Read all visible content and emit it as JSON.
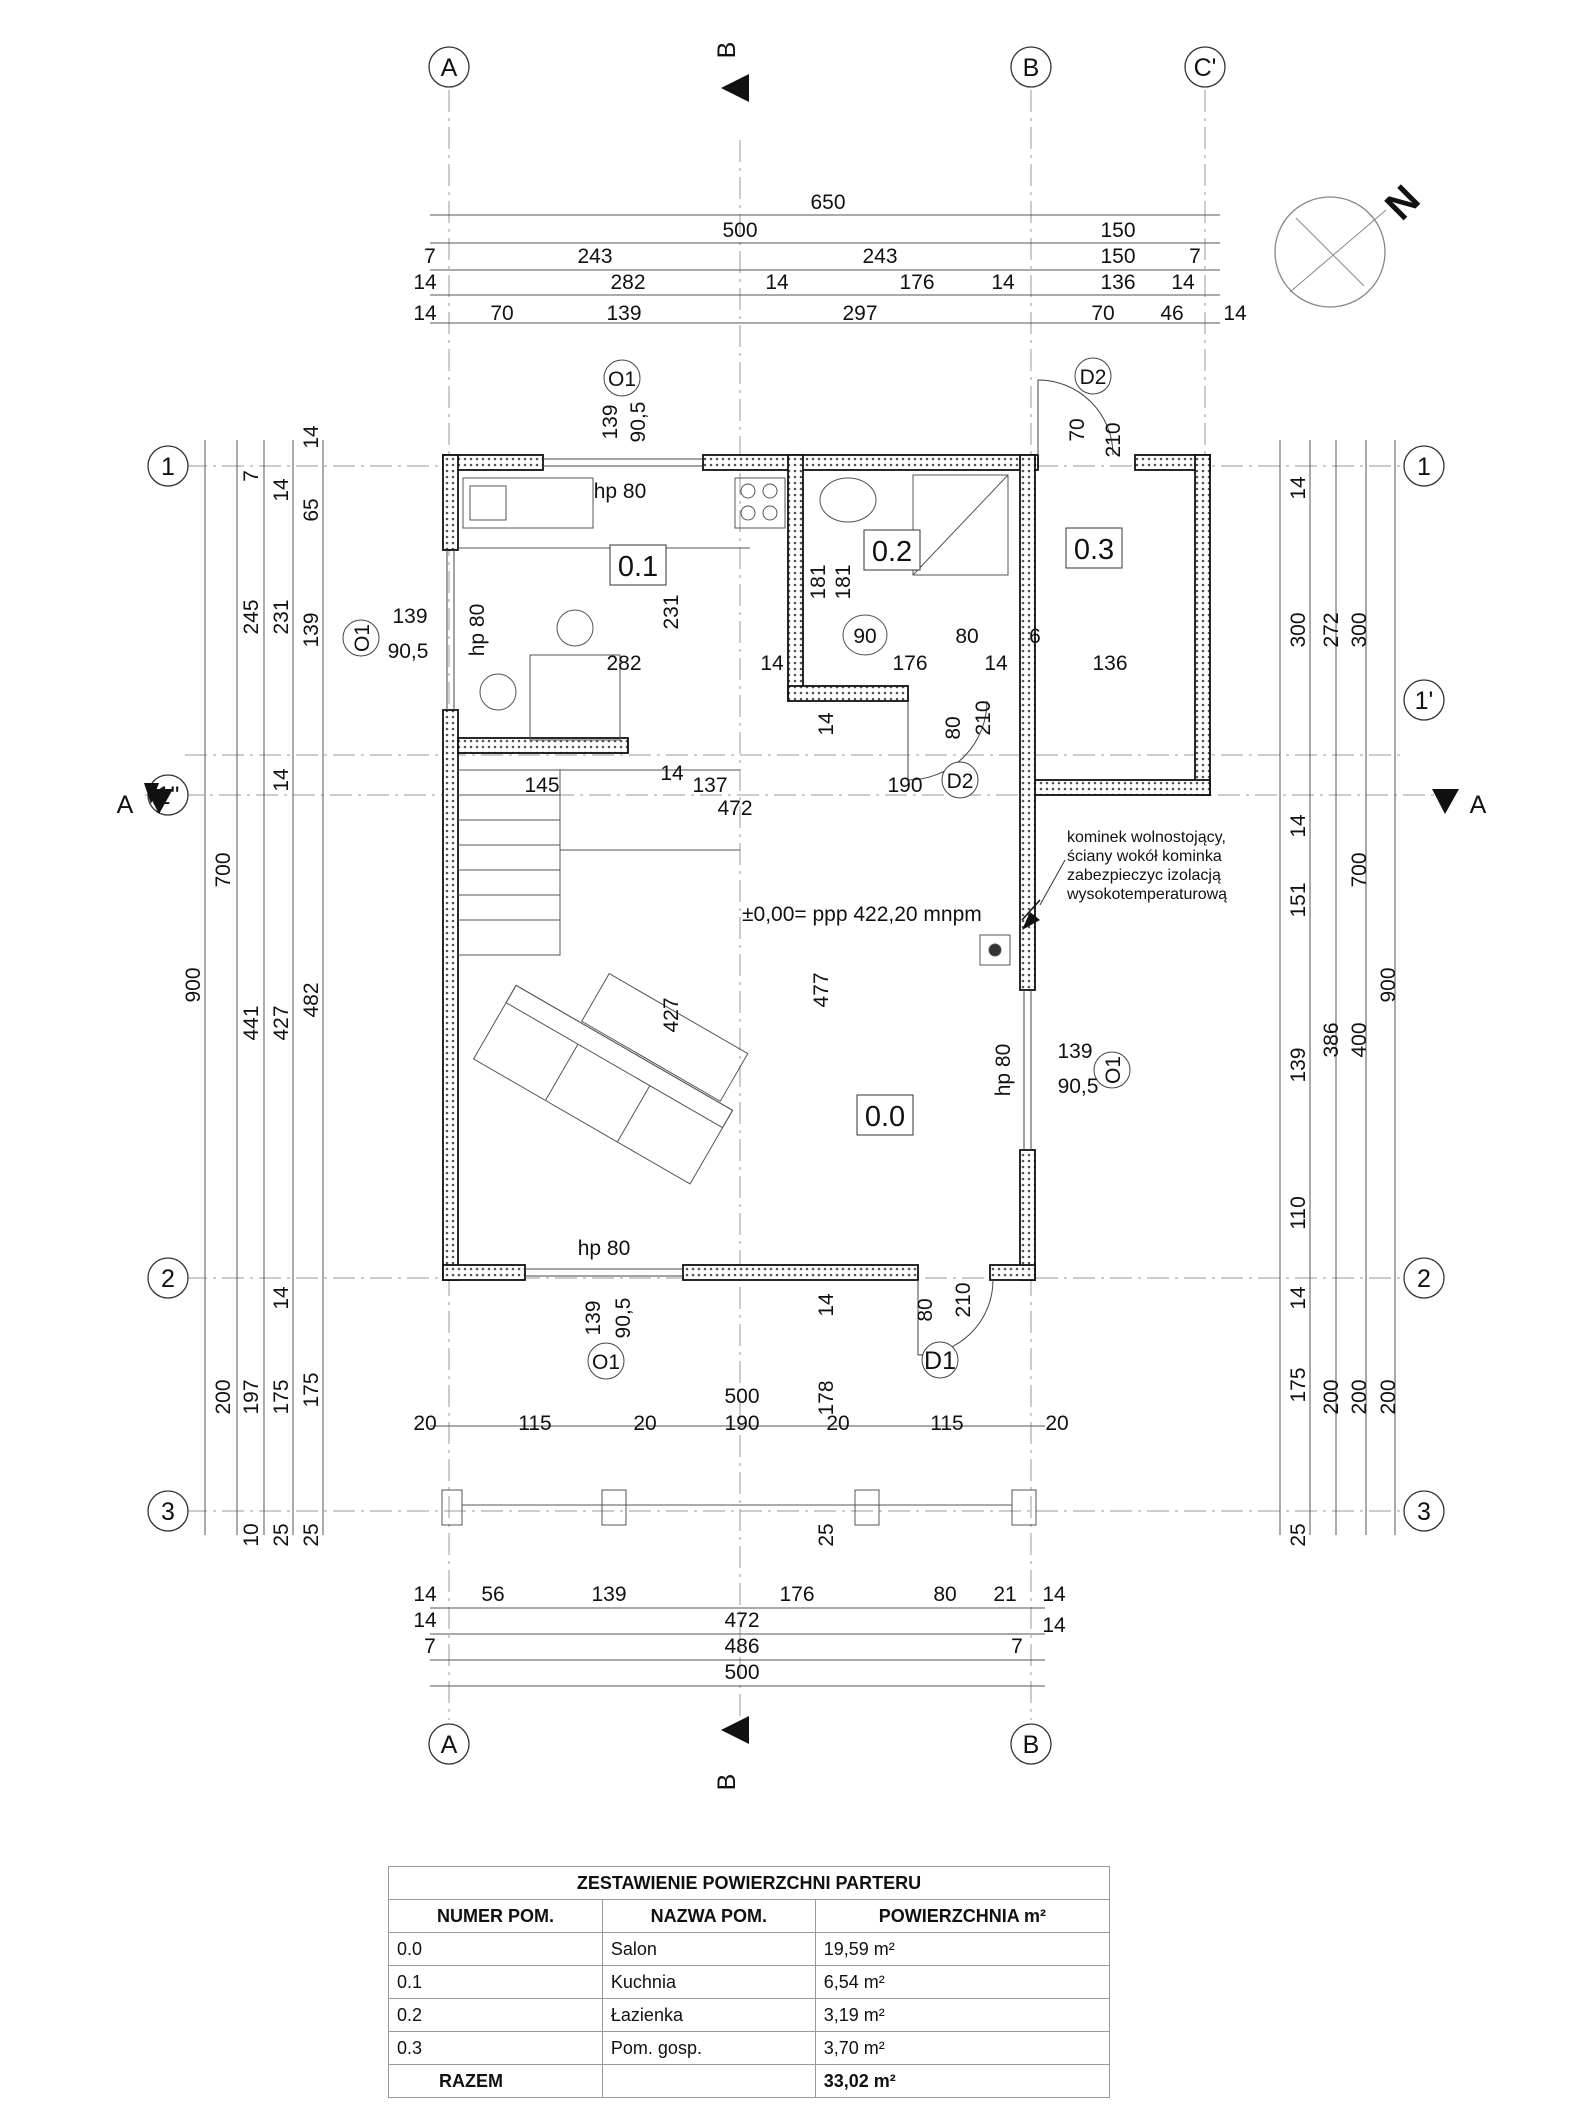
{
  "grid": {
    "cols_top": [
      "A",
      "B",
      "C'"
    ],
    "cols_bottom": [
      "A",
      "B"
    ],
    "rows_left": [
      "1",
      "1\"",
      "2",
      "3"
    ],
    "rows_right": [
      "1",
      "1'",
      "2",
      "3"
    ],
    "section_b": "B",
    "section_a": "A"
  },
  "north": "N",
  "rooms": [
    {
      "id": "0.0",
      "label": "0.0"
    },
    {
      "id": "0.1",
      "label": "0.1"
    },
    {
      "id": "0.2",
      "label": "0.2"
    },
    {
      "id": "0.3",
      "label": "0.3"
    }
  ],
  "dims_top": {
    "row1": [
      "650"
    ],
    "row2": [
      "500",
      "150"
    ],
    "row3": [
      "7",
      "243",
      "243",
      "150",
      "7"
    ],
    "row4": [
      "14",
      "282",
      "14",
      "176",
      "14",
      "136",
      "14"
    ],
    "row5": [
      "14",
      "70",
      "139",
      "297",
      "70",
      "46",
      "14"
    ]
  },
  "dims_bottom": {
    "row1": [
      "14",
      "56",
      "139",
      "176",
      "80",
      "21",
      "14"
    ],
    "row2": [
      "14",
      "472",
      "14"
    ],
    "row3": [
      "7",
      "486",
      "7"
    ],
    "row4": [
      "500"
    ]
  },
  "dims_left": [
    "900",
    "700",
    "245",
    "7",
    "14",
    "65",
    "231",
    "139",
    "14",
    "441",
    "427",
    "482",
    "14",
    "200",
    "197",
    "175",
    "175",
    "10",
    "25",
    "25",
    "14"
  ],
  "dims_right": [
    "14",
    "300",
    "272",
    "300",
    "14",
    "151",
    "700",
    "386",
    "400",
    "900",
    "139",
    "110",
    "14",
    "175",
    "200",
    "200",
    "200",
    "25"
  ],
  "dims_interior": [
    "282",
    "14",
    "176",
    "14",
    "136",
    "145",
    "14",
    "137",
    "190",
    "472",
    "231",
    "427",
    "477",
    "181",
    "181",
    "90",
    "80",
    "6",
    "80",
    "210",
    "14",
    "500",
    "178",
    "20",
    "115",
    "20",
    "190",
    "20",
    "115",
    "20",
    "14",
    "25"
  ],
  "openings": {
    "o1": "O1",
    "d1": "D1",
    "d2": "D2",
    "o1_w": "139",
    "o1_h": "90,5",
    "hp": "hp 80",
    "d2_w": "70",
    "d2_h": "210",
    "d_int_w": "80",
    "d_int_h": "210",
    "d1_w": "80",
    "d1_h": "210"
  },
  "level_note": "±0,00= ppp 422,20 mnpm",
  "fireplace_note": [
    "kominek wolnostojący,",
    "ściany wokół kominka",
    "zabezpieczyc izolacją",
    "wysokotemperaturową"
  ],
  "area_table": {
    "title": "ZESTAWIENIE POWIERZCHNI PARTERU",
    "headers": [
      "NUMER POM.",
      "NAZWA POM.",
      "POWIERZCHNIA m²"
    ],
    "rows": [
      {
        "num": "0.0",
        "name": "Salon",
        "area": "19,59 m²"
      },
      {
        "num": "0.1",
        "name": "Kuchnia",
        "area": "6,54 m²"
      },
      {
        "num": "0.2",
        "name": "Łazienka",
        "area": "3,19 m²"
      },
      {
        "num": "0.3",
        "name": "Pom. gosp.",
        "area": "3,70 m²"
      }
    ],
    "total_label": "RAZEM",
    "total_area": "33,02 m²"
  }
}
